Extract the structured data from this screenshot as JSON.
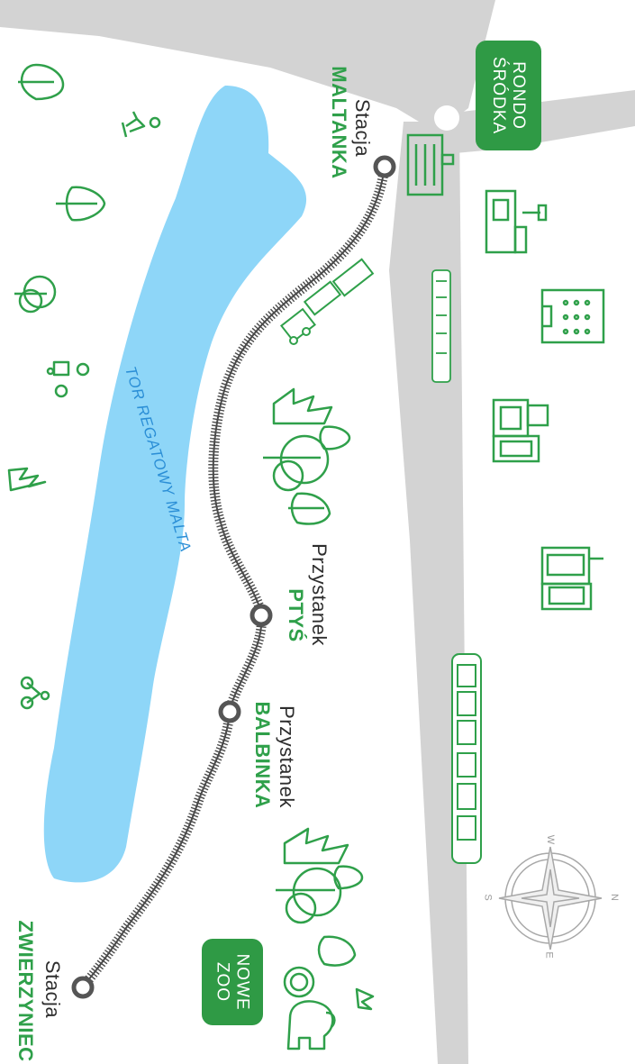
{
  "lake": {
    "name": "TOR REGATOWY MALTA"
  },
  "stations": {
    "maltanka": {
      "prefix": "Stacja",
      "name": "MALTANKA"
    },
    "ptys": {
      "prefix": "Przystanek",
      "name": "PTYŚ"
    },
    "balbinka": {
      "prefix": "Przystanek",
      "name": "BALBINKA"
    },
    "zwierzyniec": {
      "prefix": "Stacja",
      "name": "ZWIERZYNIEC"
    }
  },
  "badges": {
    "rondo_line1": "RONDO",
    "rondo_line2": "ŚRÓDKA",
    "zoo_line1": "NOWE",
    "zoo_line2": "ZOO"
  },
  "compass": {
    "n": "N",
    "e": "E",
    "s": "S",
    "w": "W"
  },
  "colors": {
    "green": "#2fa04a",
    "lake": "#8ed6f8",
    "road": "#d3d3d3",
    "track": "#555555"
  },
  "icons": [
    "tree-icon",
    "leaf-icon",
    "pine-icon",
    "walker-icon",
    "stroller-icon",
    "cyclist-icon",
    "building-icon",
    "tram-icon",
    "train-icon",
    "elephant-icon",
    "lion-icon",
    "bird-icon",
    "compass-icon"
  ]
}
